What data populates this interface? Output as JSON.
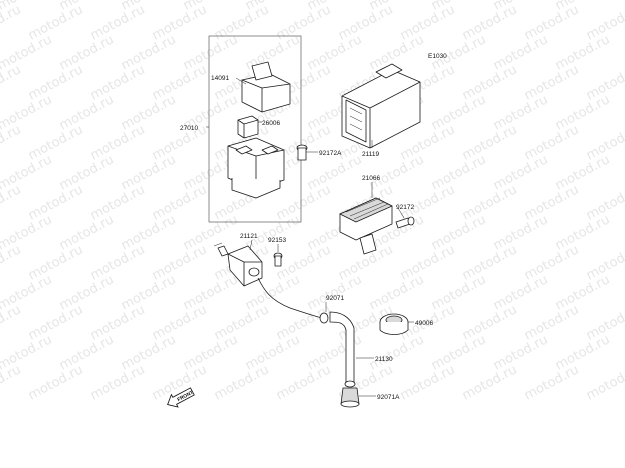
{
  "diagram": {
    "ref_code": "E1030",
    "watermark_text": "motod.ru",
    "front_label": "FRONT",
    "parts": [
      {
        "id": "14091",
        "label": "14091"
      },
      {
        "id": "27010",
        "label": "27010"
      },
      {
        "id": "26006",
        "label": "26006"
      },
      {
        "id": "92172A",
        "label": "92172A"
      },
      {
        "id": "21119",
        "label": "21119"
      },
      {
        "id": "21066",
        "label": "21066"
      },
      {
        "id": "92172",
        "label": "92172"
      },
      {
        "id": "21121",
        "label": "21121"
      },
      {
        "id": "92153",
        "label": "92153"
      },
      {
        "id": "92071",
        "label": "92071"
      },
      {
        "id": "49006",
        "label": "49006"
      },
      {
        "id": "21130",
        "label": "21130"
      },
      {
        "id": "92071A",
        "label": "92071A"
      }
    ],
    "colors": {
      "line": "#1a1a1a",
      "watermark": "#e6e6e6",
      "background": "#ffffff"
    }
  }
}
